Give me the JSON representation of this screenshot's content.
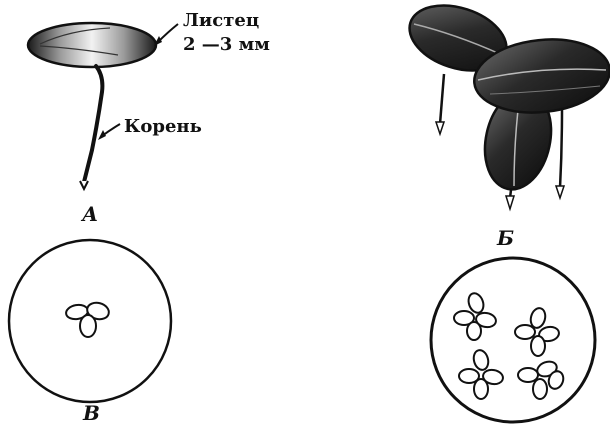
{
  "labels": {
    "frond": "Листец",
    "frond_size": "2 —3 мм",
    "root": "Корень"
  },
  "panels": {
    "a": "А",
    "b": "Б",
    "c": "В"
  }
}
